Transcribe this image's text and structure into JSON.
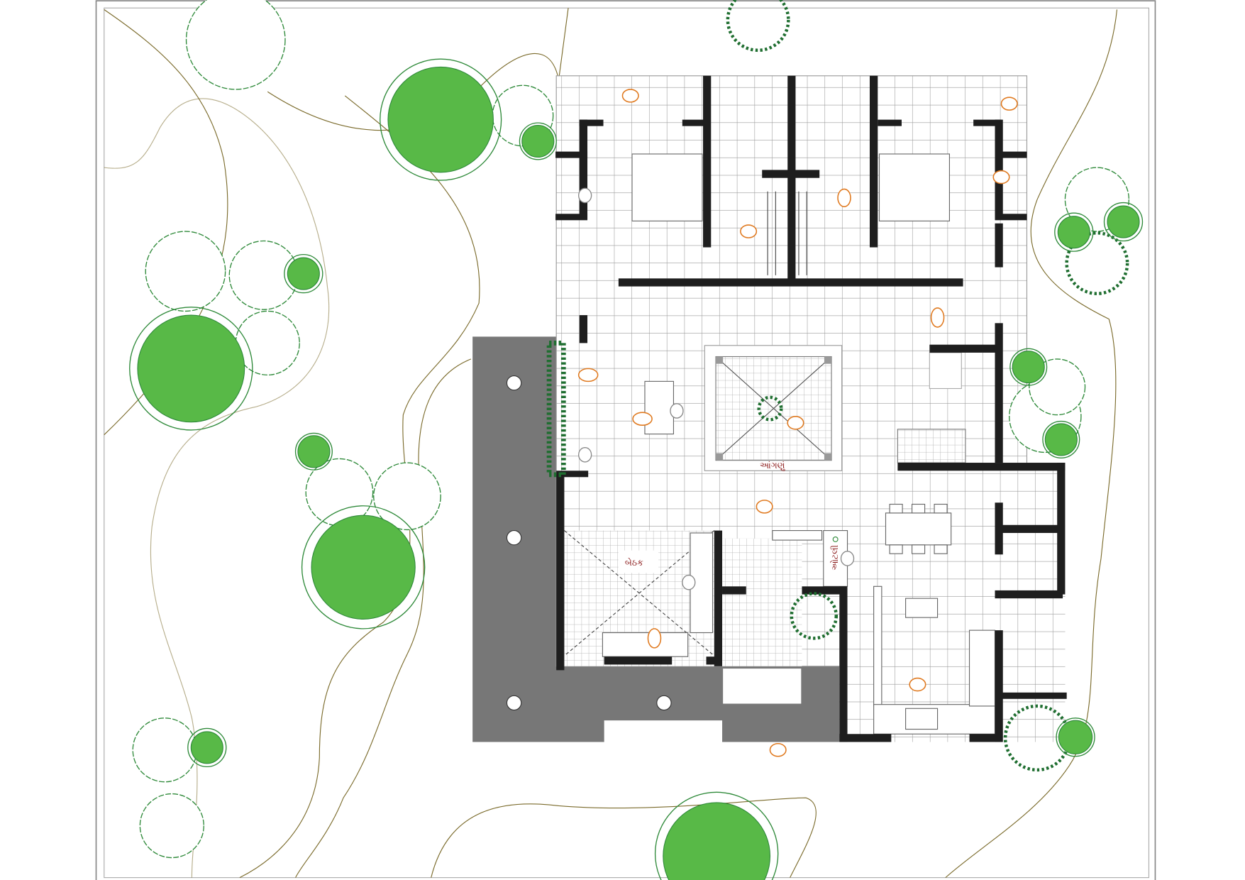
{
  "plan": {
    "labels": {
      "courtyard": "આંગણું",
      "sitting": "બેઠક",
      "otli": "ઓટલી"
    },
    "colors": {
      "tree_fill": "#58b947",
      "wall": "#1e1e1e",
      "veranda": "#777777",
      "person": "#e07a20",
      "label": "#8b1a1a"
    }
  }
}
